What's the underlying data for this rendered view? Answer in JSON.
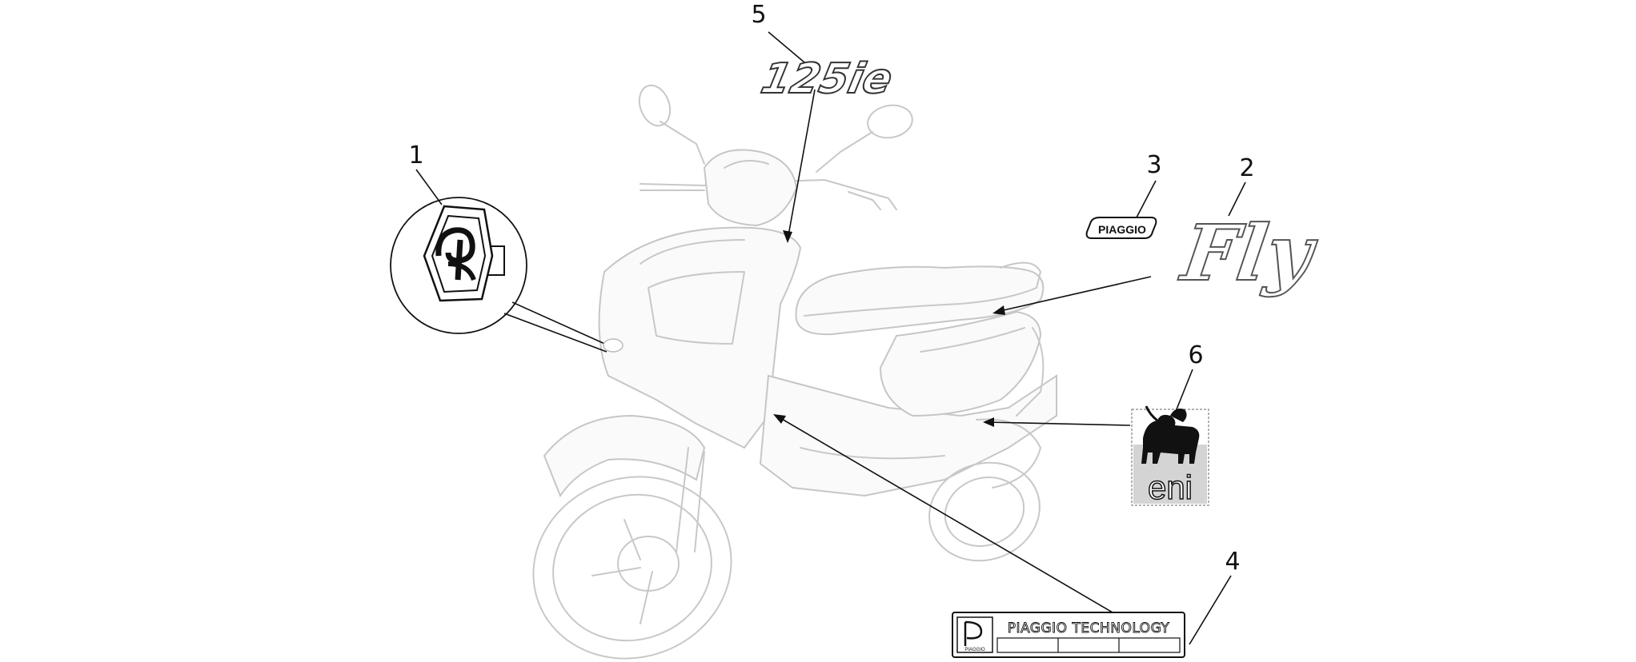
{
  "callouts": [
    {
      "id": "1",
      "label": "1"
    },
    {
      "id": "2",
      "label": "2"
    },
    {
      "id": "3",
      "label": "3"
    },
    {
      "id": "4",
      "label": "4"
    },
    {
      "id": "5",
      "label": "5"
    },
    {
      "id": "6",
      "label": "6"
    }
  ],
  "decals": {
    "model_badge": "125ie",
    "fly_logo": "Fly",
    "brand_badge": "PIAGGIO",
    "eni_logo": "eni",
    "tech_plate_title": "PIAGGIO TECHNOLOGY",
    "tech_plate_brand": "PIAGGIO"
  },
  "colors": {
    "scooter_outline": "#c8c8c8",
    "leader_line": "#111111",
    "eni_background": "#d4d4d4"
  },
  "icons": [
    "piaggio-emblem-icon",
    "eni-six-legged-dog-icon",
    "piaggio-p-icon"
  ]
}
